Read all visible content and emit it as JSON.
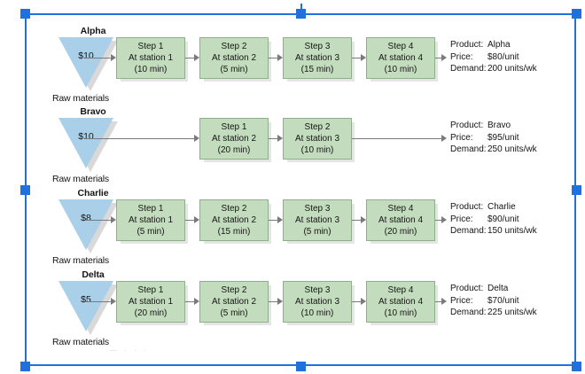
{
  "selection": {
    "handles": [
      "top-left",
      "top-center",
      "top-right",
      "middle-left",
      "middle-right",
      "bottom-left",
      "bottom-center",
      "bottom-right"
    ],
    "accent_color": "#1f72dd",
    "rotate_handle": "rotation-stem"
  },
  "diagram": {
    "raw_materials_label": "Raw materials",
    "box_fill": "#c4dcbe",
    "box_border": "#8fae8b",
    "triangle_fill": "#a9cfe9",
    "connector_color": "#7a7a7a",
    "out_keys": {
      "product": "Product:",
      "price": "Price:",
      "demand": "Demand:"
    },
    "rows": [
      {
        "name": "Alpha",
        "cost": "$10",
        "raw_label": "Raw materials",
        "steps": [
          {
            "col": 1,
            "title": "Step 1",
            "station": "At station 1",
            "time": "(10 min)"
          },
          {
            "col": 2,
            "title": "Step 2",
            "station": "At station 2",
            "time": "(5 min)"
          },
          {
            "col": 3,
            "title": "Step 3",
            "station": "At station 3",
            "time": "(15 min)"
          },
          {
            "col": 4,
            "title": "Step 4",
            "station": "At station 4",
            "time": "(10 min)"
          }
        ],
        "output": {
          "product": "Alpha",
          "price": "$80/unit",
          "demand": "200 units/wk"
        }
      },
      {
        "name": "Bravo",
        "cost": "$10",
        "raw_label": "Raw materials",
        "steps": [
          {
            "col": 2,
            "title": "Step 1",
            "station": "At station 2",
            "time": "(20 min)"
          },
          {
            "col": 3,
            "title": "Step 2",
            "station": "At station 3",
            "time": "(10 min)"
          }
        ],
        "output": {
          "product": "Bravo",
          "price": "$95/unit",
          "demand": "250 units/wk"
        }
      },
      {
        "name": "Charlie",
        "cost": "$8",
        "raw_label": "Raw materials",
        "steps": [
          {
            "col": 1,
            "title": "Step 1",
            "station": "At station 1",
            "time": "(5 min)"
          },
          {
            "col": 2,
            "title": "Step 2",
            "station": "At station 2",
            "time": "(15 min)"
          },
          {
            "col": 3,
            "title": "Step 3",
            "station": "At station 3",
            "time": "(5 min)"
          },
          {
            "col": 4,
            "title": "Step 4",
            "station": "At station 4",
            "time": "(20 min)"
          }
        ],
        "output": {
          "product": "Charlie",
          "price": "$90/unit",
          "demand": "150 units/wk"
        }
      },
      {
        "name": "Delta",
        "cost": "$5",
        "raw_label": "Raw materials",
        "steps": [
          {
            "col": 1,
            "title": "Step 1",
            "station": "At station 1",
            "time": "(20 min)"
          },
          {
            "col": 2,
            "title": "Step 2",
            "station": "At station 2",
            "time": "(5 min)"
          },
          {
            "col": 3,
            "title": "Step 3",
            "station": "At station 3",
            "time": "(10 min)"
          },
          {
            "col": 4,
            "title": "Step 4",
            "station": "At station 4",
            "time": "(10 min)"
          }
        ],
        "output": {
          "product": "Delta",
          "price": "$70/unit",
          "demand": "225 units/wk"
        }
      }
    ]
  }
}
